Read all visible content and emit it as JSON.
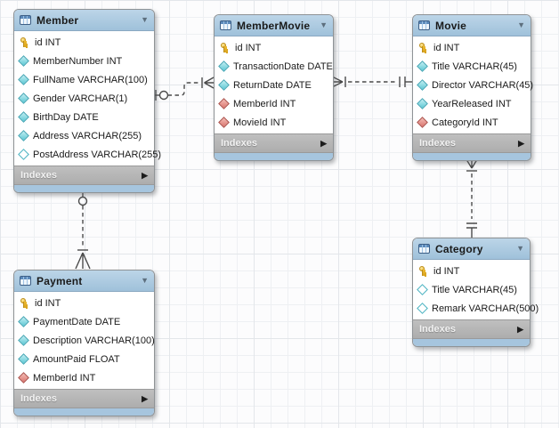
{
  "icons": {
    "collapse_glyph": "▼",
    "expand_glyph": "▶"
  },
  "colors": {
    "header_blue": "#a9c8e1",
    "indexes_gray": "#b3b3b3",
    "key_yellow": "#ecb92e",
    "attr_cyan": "#7fd6e0",
    "fk_red": "#e07f7f",
    "relationship_line": "#4a4a4a"
  },
  "tables": [
    {
      "name": "Member",
      "footer_label": "Indexes",
      "fields": [
        {
          "label": "id INT",
          "icon": "key-icon"
        },
        {
          "label": "MemberNumber INT",
          "icon": "diamond-icon"
        },
        {
          "label": "FullName VARCHAR(100)",
          "icon": "diamond-icon"
        },
        {
          "label": "Gender VARCHAR(1)",
          "icon": "diamond-icon"
        },
        {
          "label": "BirthDay DATE",
          "icon": "diamond-icon"
        },
        {
          "label": "Address VARCHAR(255)",
          "icon": "diamond-icon"
        },
        {
          "label": "PostAddress VARCHAR(255)",
          "icon": "diamond-outline-icon"
        }
      ]
    },
    {
      "name": "MemberMovie",
      "footer_label": "Indexes",
      "fields": [
        {
          "label": "id INT",
          "icon": "key-icon"
        },
        {
          "label": "TransactionDate DATE",
          "icon": "diamond-icon"
        },
        {
          "label": "ReturnDate DATE",
          "icon": "diamond-icon"
        },
        {
          "label": "MemberId INT",
          "icon": "diamond-red-icon"
        },
        {
          "label": "MovieId INT",
          "icon": "diamond-red-icon"
        }
      ]
    },
    {
      "name": "Movie",
      "footer_label": "Indexes",
      "fields": [
        {
          "label": "id INT",
          "icon": "key-icon"
        },
        {
          "label": "Title VARCHAR(45)",
          "icon": "diamond-icon"
        },
        {
          "label": "Director VARCHAR(45)",
          "icon": "diamond-icon"
        },
        {
          "label": "YearReleased INT",
          "icon": "diamond-icon"
        },
        {
          "label": "CategoryId INT",
          "icon": "diamond-red-icon"
        }
      ]
    },
    {
      "name": "Payment",
      "footer_label": "Indexes",
      "fields": [
        {
          "label": "id INT",
          "icon": "key-icon"
        },
        {
          "label": "PaymentDate DATE",
          "icon": "diamond-icon"
        },
        {
          "label": "Description VARCHAR(100)",
          "icon": "diamond-icon"
        },
        {
          "label": "AmountPaid FLOAT",
          "icon": "diamond-icon"
        },
        {
          "label": "MemberId INT",
          "icon": "diamond-red-icon"
        }
      ]
    },
    {
      "name": "Category",
      "footer_label": "Indexes",
      "fields": [
        {
          "label": "id INT",
          "icon": "key-icon"
        },
        {
          "label": "Title VARCHAR(45)",
          "icon": "diamond-outline-icon"
        },
        {
          "label": "Remark VARCHAR(500)",
          "icon": "diamond-outline-icon"
        }
      ]
    }
  ],
  "relationships": [
    {
      "from": "Member",
      "to": "MemberMovie",
      "from_cardinality": "zero-or-one",
      "to_cardinality": "one-or-many",
      "line_style": "dashed"
    },
    {
      "from": "MemberMovie",
      "to": "Movie",
      "from_cardinality": "one-or-many",
      "to_cardinality": "exactly-one",
      "line_style": "dashed"
    },
    {
      "from": "Movie",
      "to": "Category",
      "from_cardinality": "one-or-many",
      "to_cardinality": "exactly-one",
      "line_style": "dashed"
    },
    {
      "from": "Member",
      "to": "Payment",
      "from_cardinality": "zero-or-one",
      "to_cardinality": "one-or-many",
      "line_style": "dashed"
    }
  ]
}
